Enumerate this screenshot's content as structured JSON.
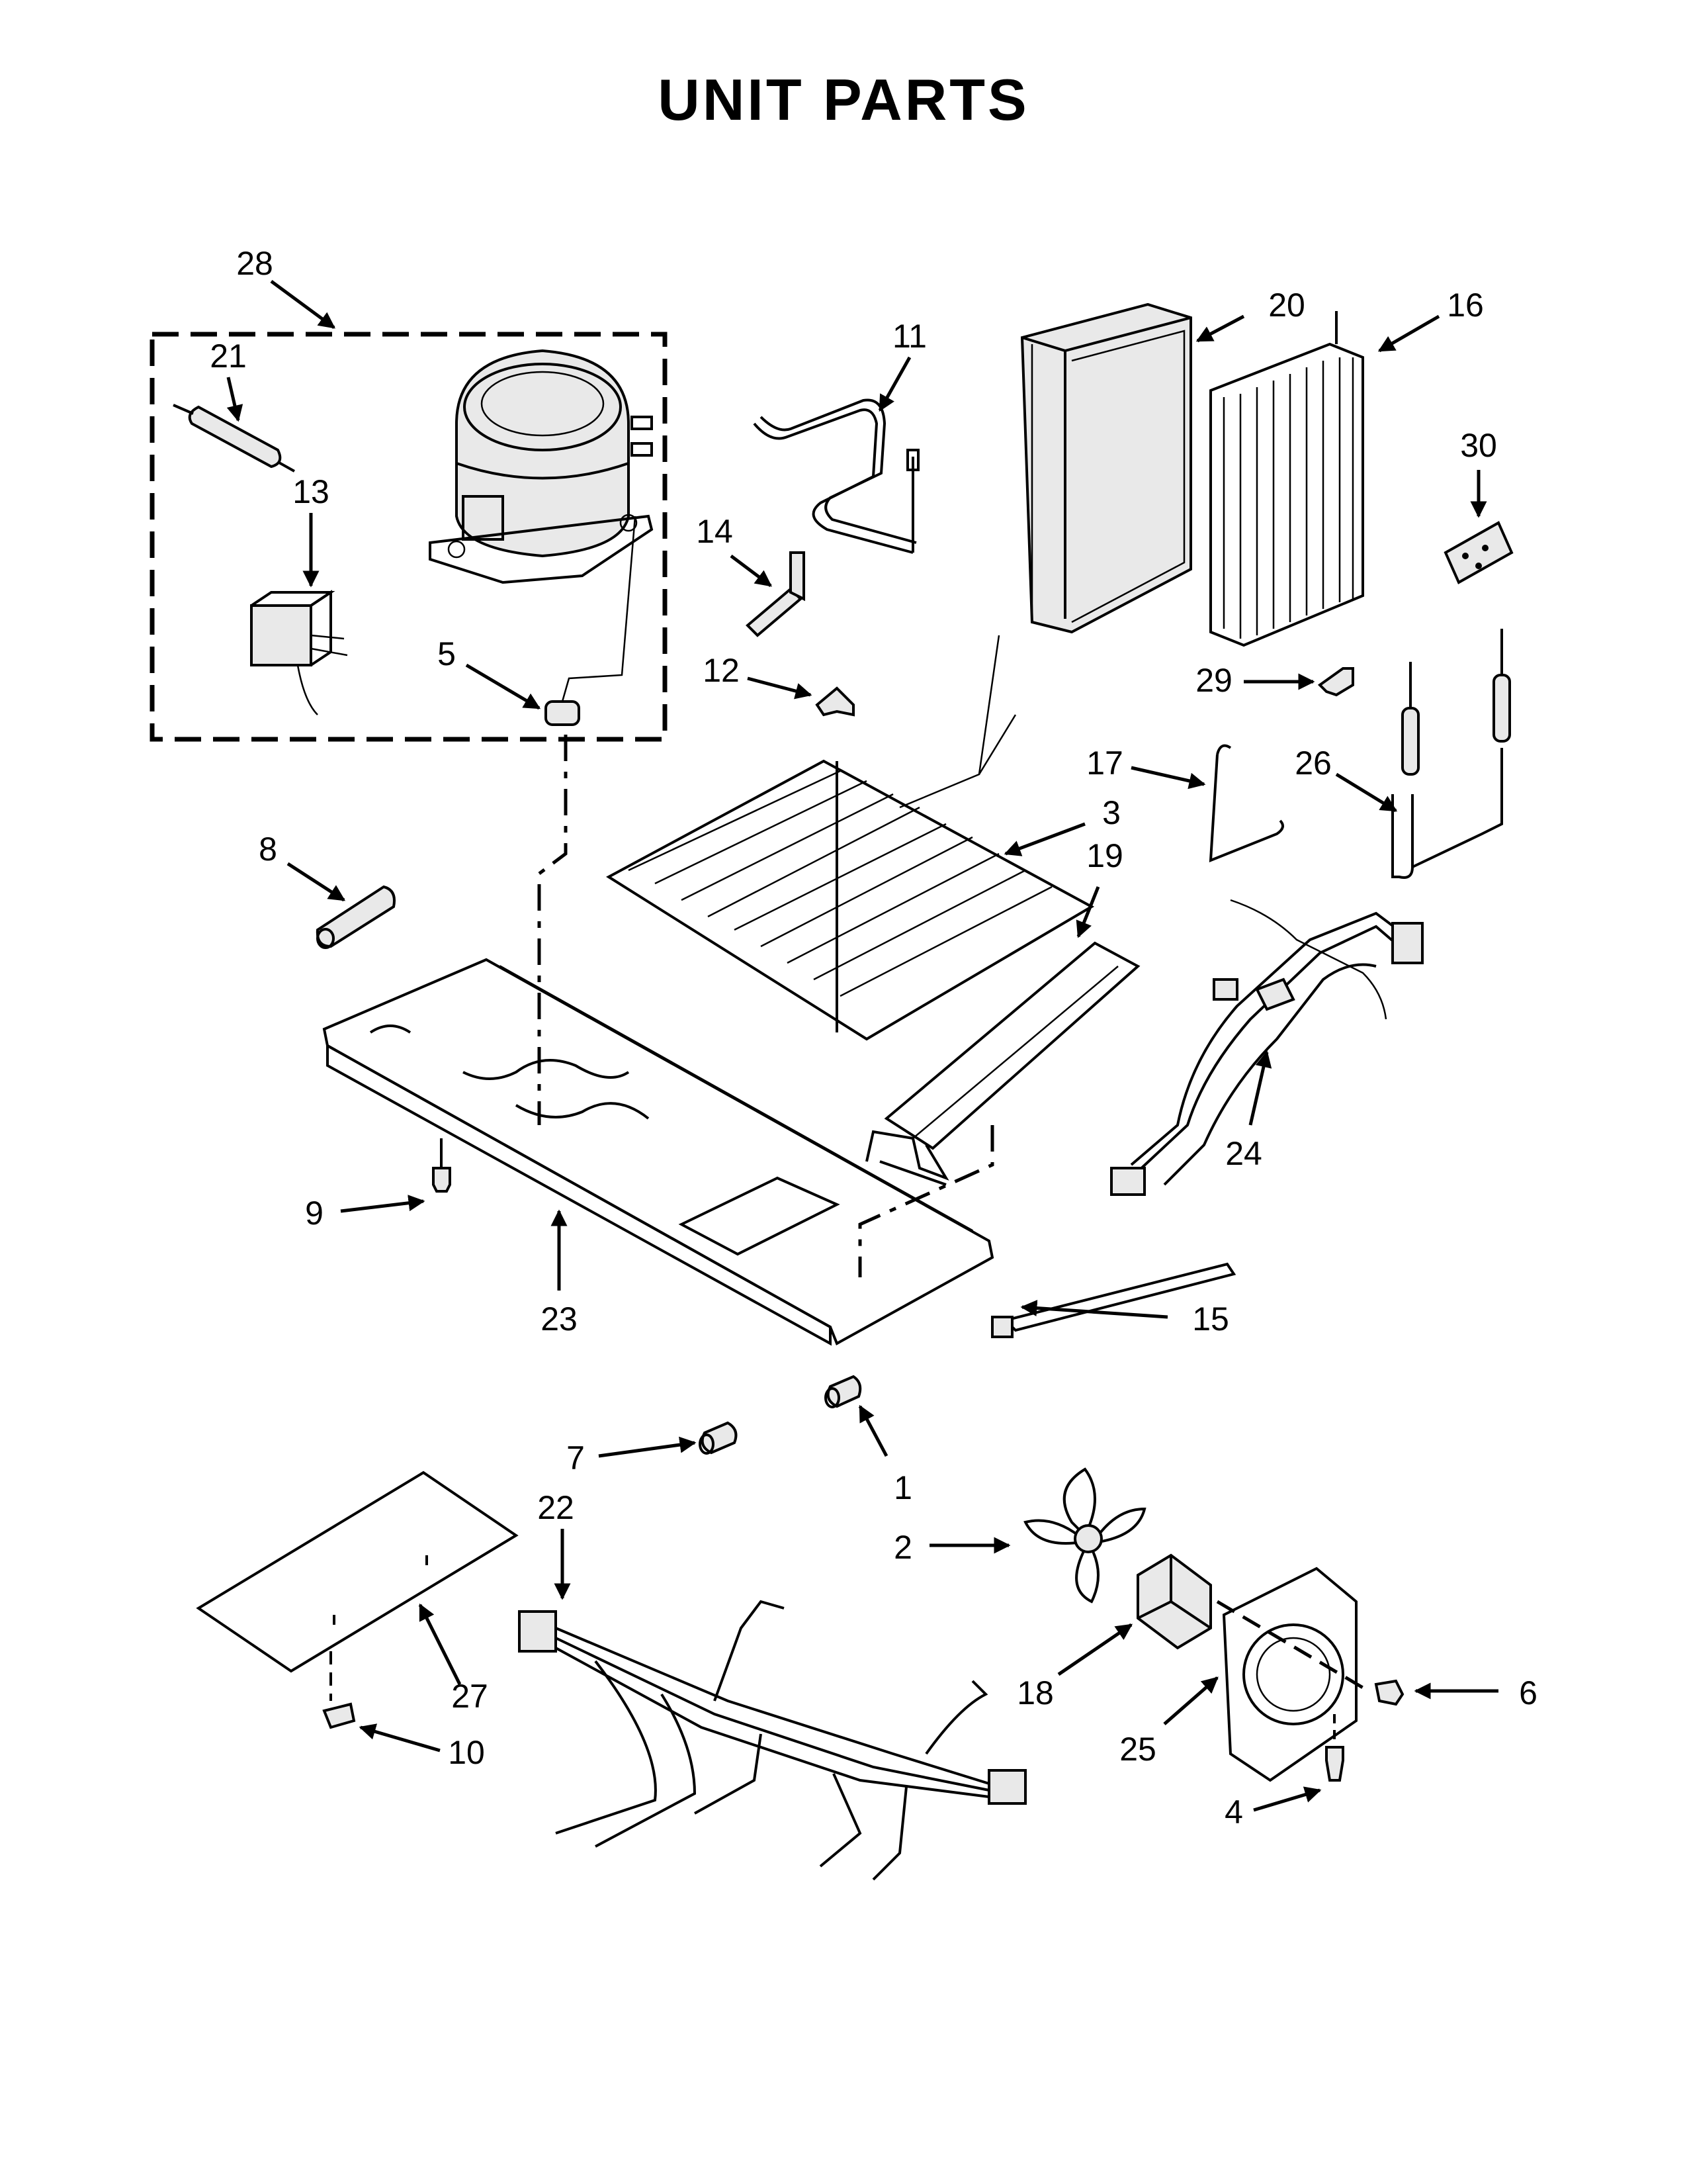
{
  "page_title": "UNIT PARTS",
  "callouts": {
    "c1": "1",
    "c2": "2",
    "c3": "3",
    "c4": "4",
    "c5": "5",
    "c6": "6",
    "c7": "7",
    "c8": "8",
    "c9": "9",
    "c10": "10",
    "c11": "11",
    "c12": "12",
    "c13": "13",
    "c14": "14",
    "c15": "15",
    "c16": "16",
    "c17": "17",
    "c18": "18",
    "c19": "19",
    "c20": "20",
    "c21": "21",
    "c22": "22",
    "c23": "23",
    "c24": "24",
    "c25": "25",
    "c26": "26",
    "c27": "27",
    "c28": "28",
    "c29": "29",
    "c30": "30"
  }
}
